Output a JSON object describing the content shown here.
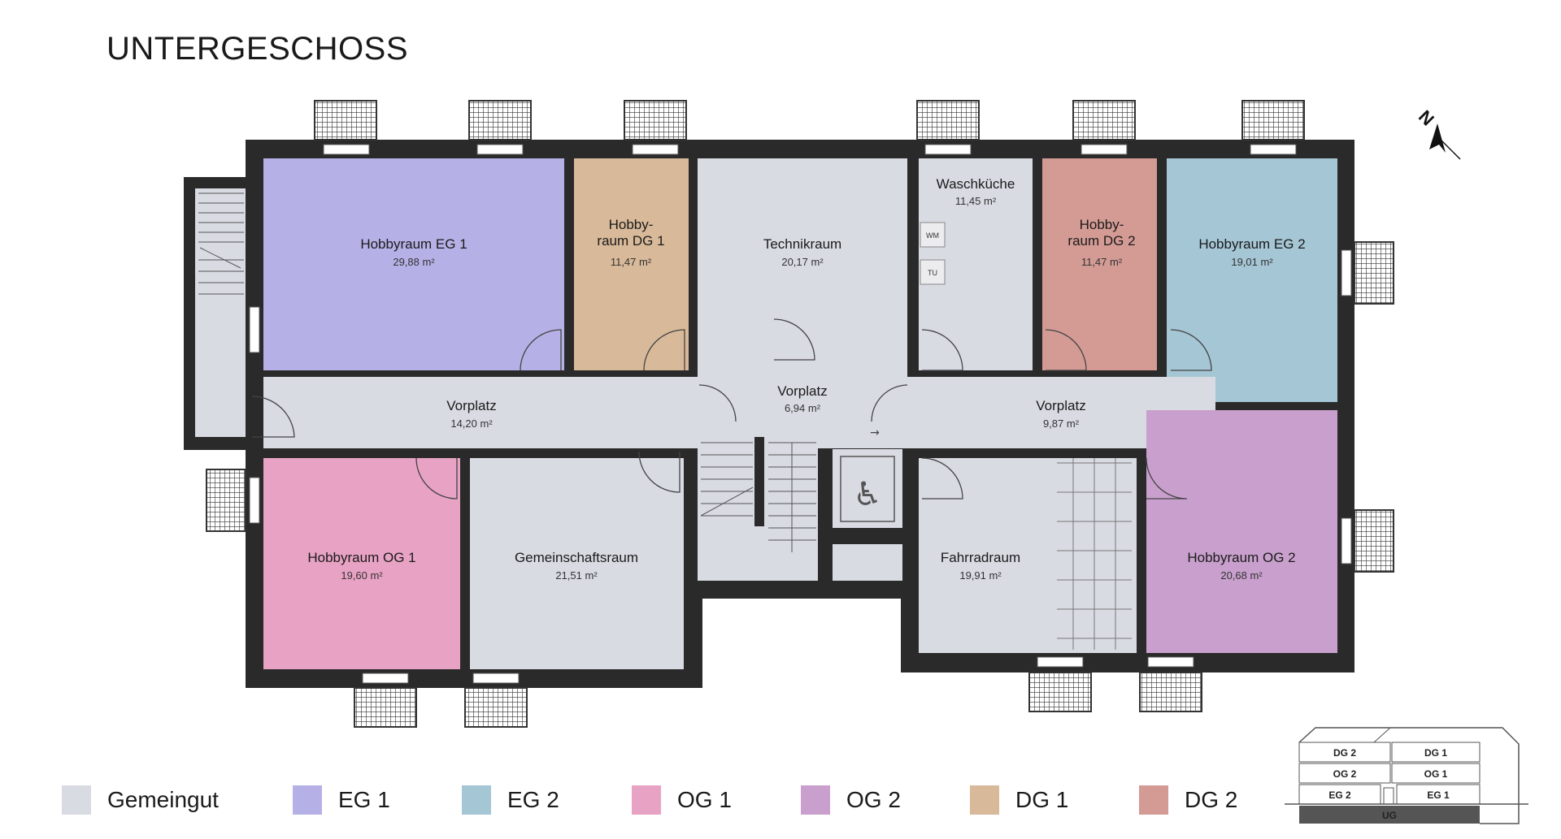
{
  "title": "UNTERGESCHOSS",
  "colors": {
    "gemeingut": "#d9dbe3",
    "eg1": "#b5b1e6",
    "eg2": "#a5c6d5",
    "og1": "#e8a2c4",
    "og2": "#c9a0cd",
    "dg1": "#d8b999",
    "dg2": "#d49b95",
    "wall": "#2a2a2a"
  },
  "rooms": {
    "hobby_eg1": {
      "name": "Hobbyraum EG 1",
      "area": "29,88 m²"
    },
    "hobby_dg1": {
      "name1": "Hobby-",
      "name2": "raum DG 1",
      "area": "11,47 m²"
    },
    "technik": {
      "name": "Technikraum",
      "area": "20,17 m²"
    },
    "wasch": {
      "name": "Waschküche",
      "area": "11,45 m²"
    },
    "hobby_dg2": {
      "name1": "Hobby-",
      "name2": "raum DG 2",
      "area": "11,47 m²"
    },
    "hobby_eg2": {
      "name": "Hobbyraum EG 2",
      "area": "19,01 m²"
    },
    "vorplatz_left": {
      "name": "Vorplatz",
      "area": "14,20 m²"
    },
    "vorplatz_mid": {
      "name": "Vorplatz",
      "area": "6,94 m²"
    },
    "vorplatz_right": {
      "name": "Vorplatz",
      "area": "9,87 m²"
    },
    "hobby_og1": {
      "name": "Hobbyraum OG 1",
      "area": "19,60 m²"
    },
    "gemeinschaft": {
      "name": "Gemeinschaftsraum",
      "area": "21,51 m²"
    },
    "fahrrad": {
      "name": "Fahrradraum",
      "area": "19,91 m²"
    },
    "hobby_og2": {
      "name": "Hobbyraum OG 2",
      "area": "20,68 m²"
    }
  },
  "appliances": {
    "wm": "WM",
    "tu": "TU"
  },
  "compass": "N",
  "legend": [
    {
      "label": "Gemeingut",
      "color": "#d9dbe3"
    },
    {
      "label": "EG 1",
      "color": "#b5b1e6"
    },
    {
      "label": "EG 2",
      "color": "#a5c6d5"
    },
    {
      "label": "OG 1",
      "color": "#e8a2c4"
    },
    {
      "label": "OG 2",
      "color": "#c9a0cd"
    },
    {
      "label": "DG 1",
      "color": "#d8b999"
    },
    {
      "label": "DG 2",
      "color": "#d49b95"
    }
  ],
  "building_key": {
    "dg2": "DG 2",
    "dg1": "DG 1",
    "og2": "OG 2",
    "og1": "OG 1",
    "eg2": "EG 2",
    "eg1": "EG 1",
    "ug": "UG"
  }
}
